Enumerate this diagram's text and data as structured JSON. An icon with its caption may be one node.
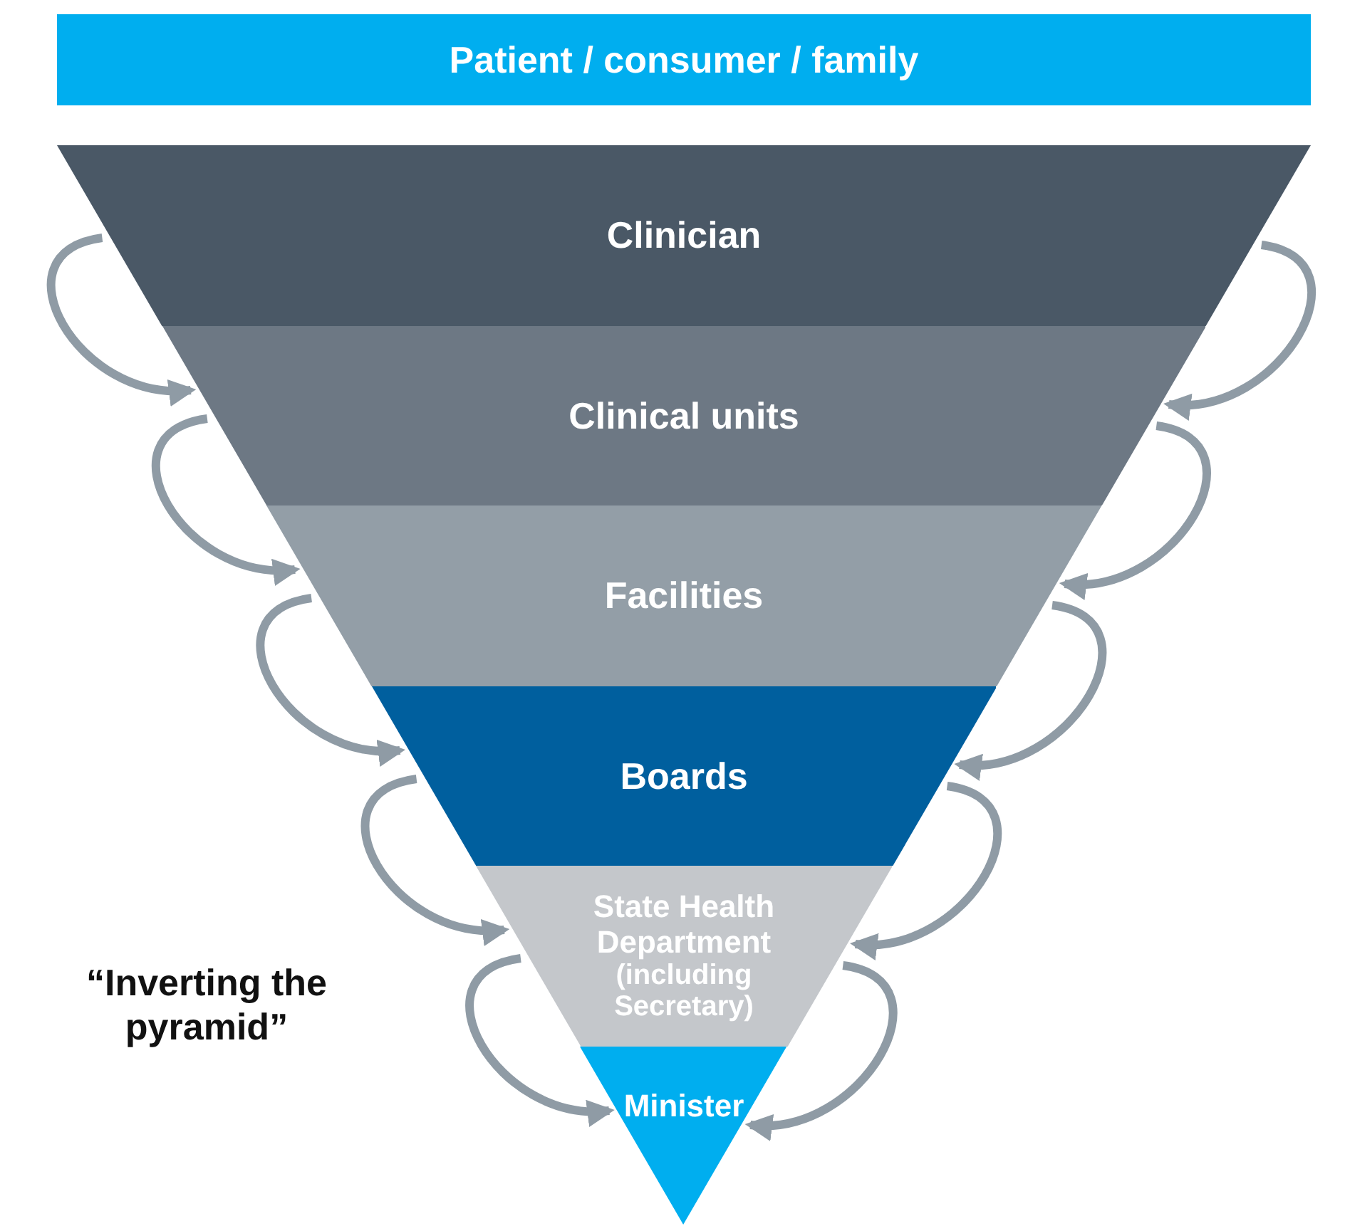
{
  "diagram": {
    "nodes": [
      {
        "text": [
          "Patient / consumer / family"
        ]
      },
      {
        "text": [
          "Clinician"
        ]
      },
      {
        "text": [
          "Clinical units"
        ]
      },
      {
        "text": [
          "Facilities"
        ]
      },
      {
        "text": [
          "Boards"
        ]
      },
      {
        "text": [
          "State Health Department",
          "(including Secretary)"
        ]
      },
      {
        "text": [
          "Minister"
        ]
      }
    ],
    "edges": [
      {
        "from": 1,
        "to": 2,
        "arrow": "to"
      },
      {
        "from": 1,
        "to": 2,
        "arrow": "to"
      },
      {
        "from": 2,
        "to": 3,
        "arrow": "to"
      },
      {
        "from": 2,
        "to": 3,
        "arrow": "to"
      },
      {
        "from": 3,
        "to": 4,
        "arrow": "to"
      },
      {
        "from": 3,
        "to": 4,
        "arrow": "to"
      },
      {
        "from": 4,
        "to": 5,
        "arrow": "to"
      },
      {
        "from": 4,
        "to": 5,
        "arrow": "to"
      },
      {
        "from": 5,
        "to": 6,
        "arrow": "to"
      },
      {
        "from": 5,
        "to": 6,
        "arrow": "to"
      }
    ],
    "labels": [
      "“Inverting the pyramid”"
    ]
  }
}
